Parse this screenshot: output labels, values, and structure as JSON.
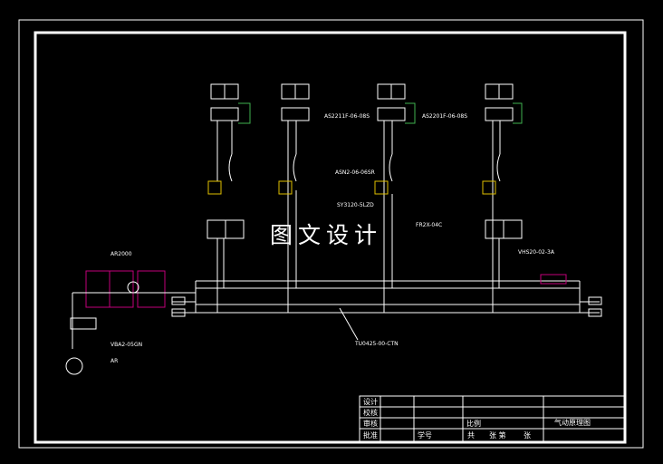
{
  "watermark": {
    "text": "图文设计"
  },
  "labels": {
    "label_a": "AS2211F-06-08S",
    "label_b": "AS2201F-06-08S",
    "label_c": "ASN2-06-06SR",
    "label_d": "SY3120-5LZD",
    "label_e": "AR2000",
    "label_f": "VHS20-02-3A",
    "label_g": "VBA2-05GN",
    "label_h": "TU0425-00-CTN",
    "label_i": "FR2X-04C",
    "label_j": "AR"
  },
  "title_block": {
    "design": "设计",
    "check": "校核",
    "review": "审核",
    "approve": "批准",
    "scale": "比例",
    "drawing_title": "气动原理图",
    "count": "共",
    "sheet": "张 第",
    "sheet_end": "张",
    "number": "学号"
  },
  "colors": {
    "line": "#ffffff",
    "magenta": "#c2007a",
    "green": "#3fb24f",
    "yellow": "#e0c000",
    "frame": "#ffffff"
  }
}
